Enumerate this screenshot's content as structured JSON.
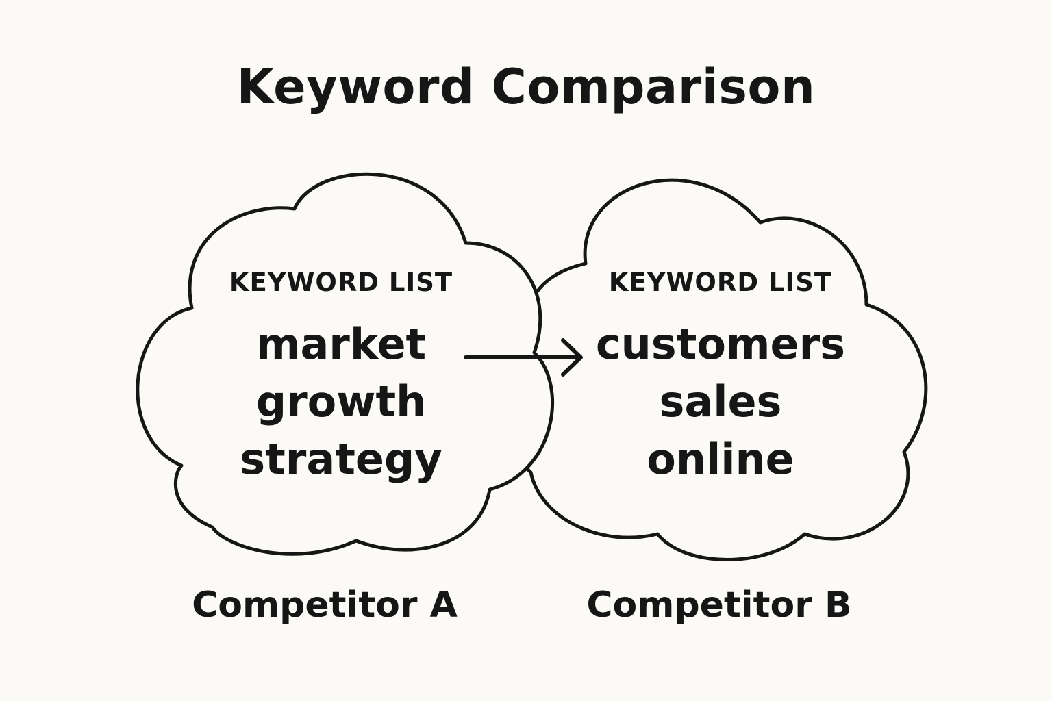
{
  "title": "Keyword Comparison",
  "competitors": [
    {
      "heading": "KEYWORD LIST",
      "keywords": [
        "market",
        "growth",
        "strategy"
      ],
      "label": "Competitor A"
    },
    {
      "heading": "KEYWORD LIST",
      "keywords": [
        "customers",
        "sales",
        "online"
      ],
      "label": "Competitor B"
    }
  ],
  "arrow": {
    "from": "Competitor A",
    "to": "Competitor B",
    "icon": "arrow-right-icon"
  },
  "colors": {
    "background": "#fbfaf6",
    "ink": "#161616"
  }
}
